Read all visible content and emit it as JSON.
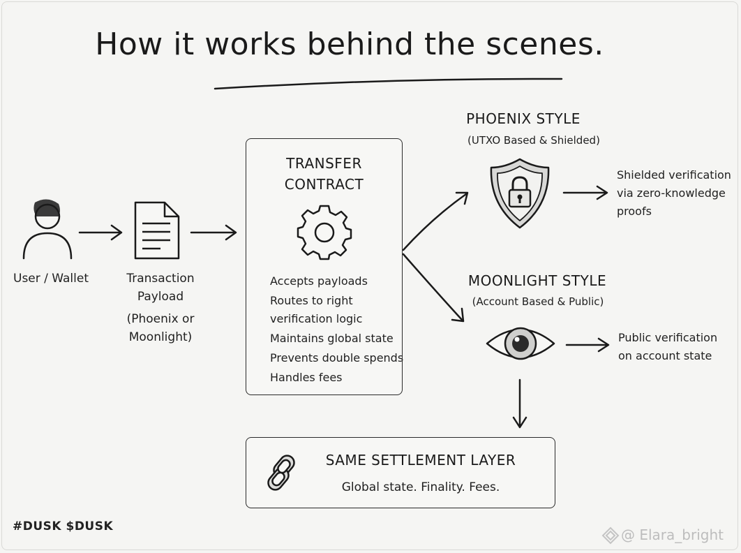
{
  "title": "How it works behind the scenes.",
  "flow": {
    "user_label": "User / Wallet",
    "payload_lines": [
      "Transaction",
      "Payload",
      "(Phoenix or",
      "Moonlight)"
    ]
  },
  "contract": {
    "heading_lines": [
      "TRANSFER",
      "CONTRACT"
    ],
    "items": [
      "Accepts payloads",
      "Routes to right",
      "verification logic",
      "Maintains global state",
      "Prevents double spends",
      "Handles fees"
    ]
  },
  "phoenix": {
    "heading": "PHOENIX STYLE",
    "subtitle": "(UTXO Based & Shielded)",
    "outcome_lines": [
      "Shielded verification",
      "via zero-knowledge",
      "proofs"
    ]
  },
  "moonlight": {
    "heading": "MOONLIGHT STYLE",
    "subtitle": "(Account Based & Public)",
    "outcome_lines": [
      "Public verification",
      "on account state"
    ]
  },
  "settlement": {
    "heading": "SAME SETTLEMENT LAYER",
    "subtitle": "Global state. Finality. Fees."
  },
  "footer": {
    "hashtags": "#DUSK $DUSK",
    "watermark": "@ Elara_bright"
  },
  "icons": {
    "user": "user-icon",
    "document": "document-icon",
    "gear": "gear-icon",
    "shield": "shield-lock-icon",
    "eye": "eye-icon",
    "chain": "chain-link-icon",
    "watermark_logo": "diamond-logo-icon"
  }
}
